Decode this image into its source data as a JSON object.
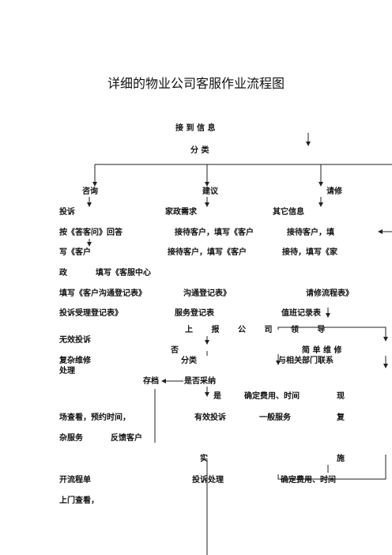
{
  "title": "详细的物业公司客服作业流程图",
  "nodes": {
    "receive": "接 到 信 息",
    "classify": "分 类",
    "consult": "咨询",
    "suggest": "建议",
    "repair": "请修",
    "complaint": "投诉",
    "home_need": "家政需求",
    "other_info": "其它信息",
    "line_a_left": "按《答客问》回答",
    "line_a_mid": "接待客户，填写《客户",
    "line_a_right": "接待客户，填",
    "line_b_left": "写《客户",
    "line_b_mid": "接待客户，填写《客户",
    "line_b_right": "接待，填写《家",
    "line_c_left": "政",
    "line_c_mid": "填写《客服中心",
    "line_d_left": "填写《客户沟通登记表》",
    "line_d_mid": "沟通登记表》",
    "line_d_right": "请修流程表》",
    "line_e_left": "投诉受理登记表》",
    "line_e_mid": "服务登记表",
    "line_e_right": "值班记录表",
    "report": "上 报 公 司 领 导",
    "invalid": "无效投诉",
    "no": "否",
    "simple_repair": "简 单 维 修",
    "complex_repair": "复杂维修",
    "classify2": "分类",
    "contact_dept": "与相关部门联系",
    "handle": "处理",
    "archive": "存档",
    "adopt": "是否采纳",
    "yes": "是",
    "confirm_cost_time": "确定费用、时间",
    "site_1": "现",
    "site_2": "场查看，预约时间，",
    "valid_complaint": "有效投诉",
    "general_service": "一般服务",
    "complex_1": "复",
    "complex_2": "杂服务",
    "feedback": "反馈客户",
    "implement_1": "实",
    "implement_2": "施",
    "open_order": "开流程单",
    "complaint_handle": "投诉处理",
    "confirm_cost_time_2": "确定费用、时间",
    "onsite_check": "上门查看，"
  }
}
